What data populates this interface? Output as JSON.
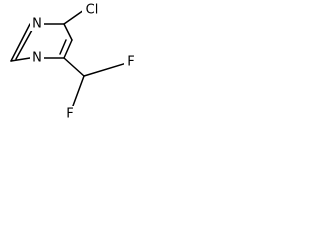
{
  "molecule": {
    "atoms": {
      "n1": "N",
      "n2": "N",
      "cl": "Cl",
      "f1": "F",
      "f2": "F"
    }
  },
  "colors": {
    "bond": "#000000",
    "label": "#000000",
    "background": "#ffffff"
  }
}
